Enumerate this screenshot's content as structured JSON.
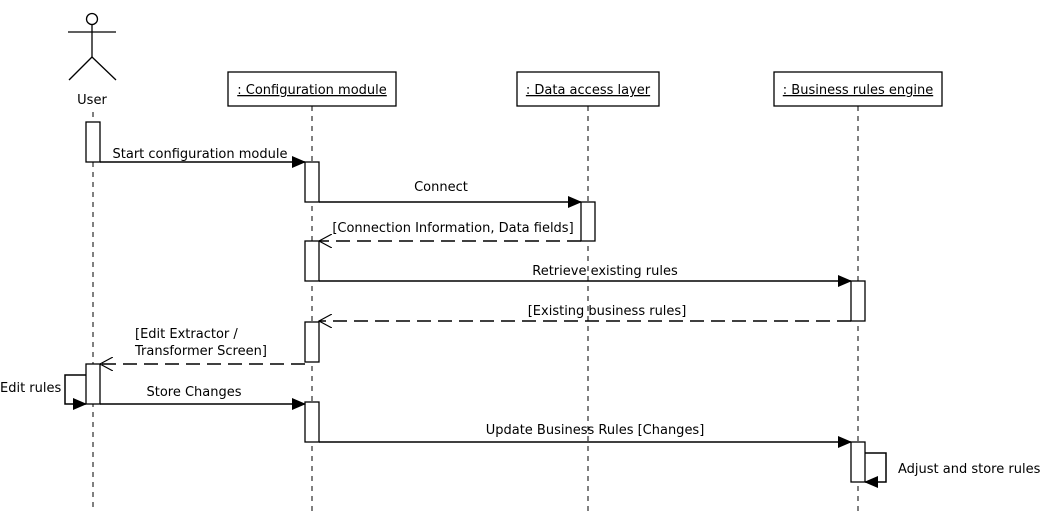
{
  "diagram": {
    "actor": {
      "label": "User"
    },
    "participants": [
      {
        "id": "config",
        "label": ": Configuration module"
      },
      {
        "id": "dal",
        "label": ": Data access layer"
      },
      {
        "id": "bre",
        "label": ": Business rules engine"
      }
    ],
    "messages": [
      {
        "id": "m1",
        "label": "Start configuration module",
        "type": "sync"
      },
      {
        "id": "m2",
        "label": "Connect",
        "type": "sync"
      },
      {
        "id": "m3",
        "label": "[Connection Information, Data fields]",
        "type": "return"
      },
      {
        "id": "m4",
        "label": "Retrieve existing rules",
        "type": "sync"
      },
      {
        "id": "m5",
        "label": "[Existing business rules]",
        "type": "return"
      },
      {
        "id": "m6",
        "label_line1": "[Edit Extractor /",
        "label_line2": "Transformer Screen]",
        "type": "return"
      },
      {
        "id": "m7",
        "label": "Edit rules",
        "type": "self"
      },
      {
        "id": "m8",
        "label": "Store Changes",
        "type": "sync"
      },
      {
        "id": "m9",
        "label": "Update Business Rules [Changes]",
        "type": "sync"
      },
      {
        "id": "m10",
        "label": "Adjust and store rules",
        "type": "self"
      }
    ]
  }
}
